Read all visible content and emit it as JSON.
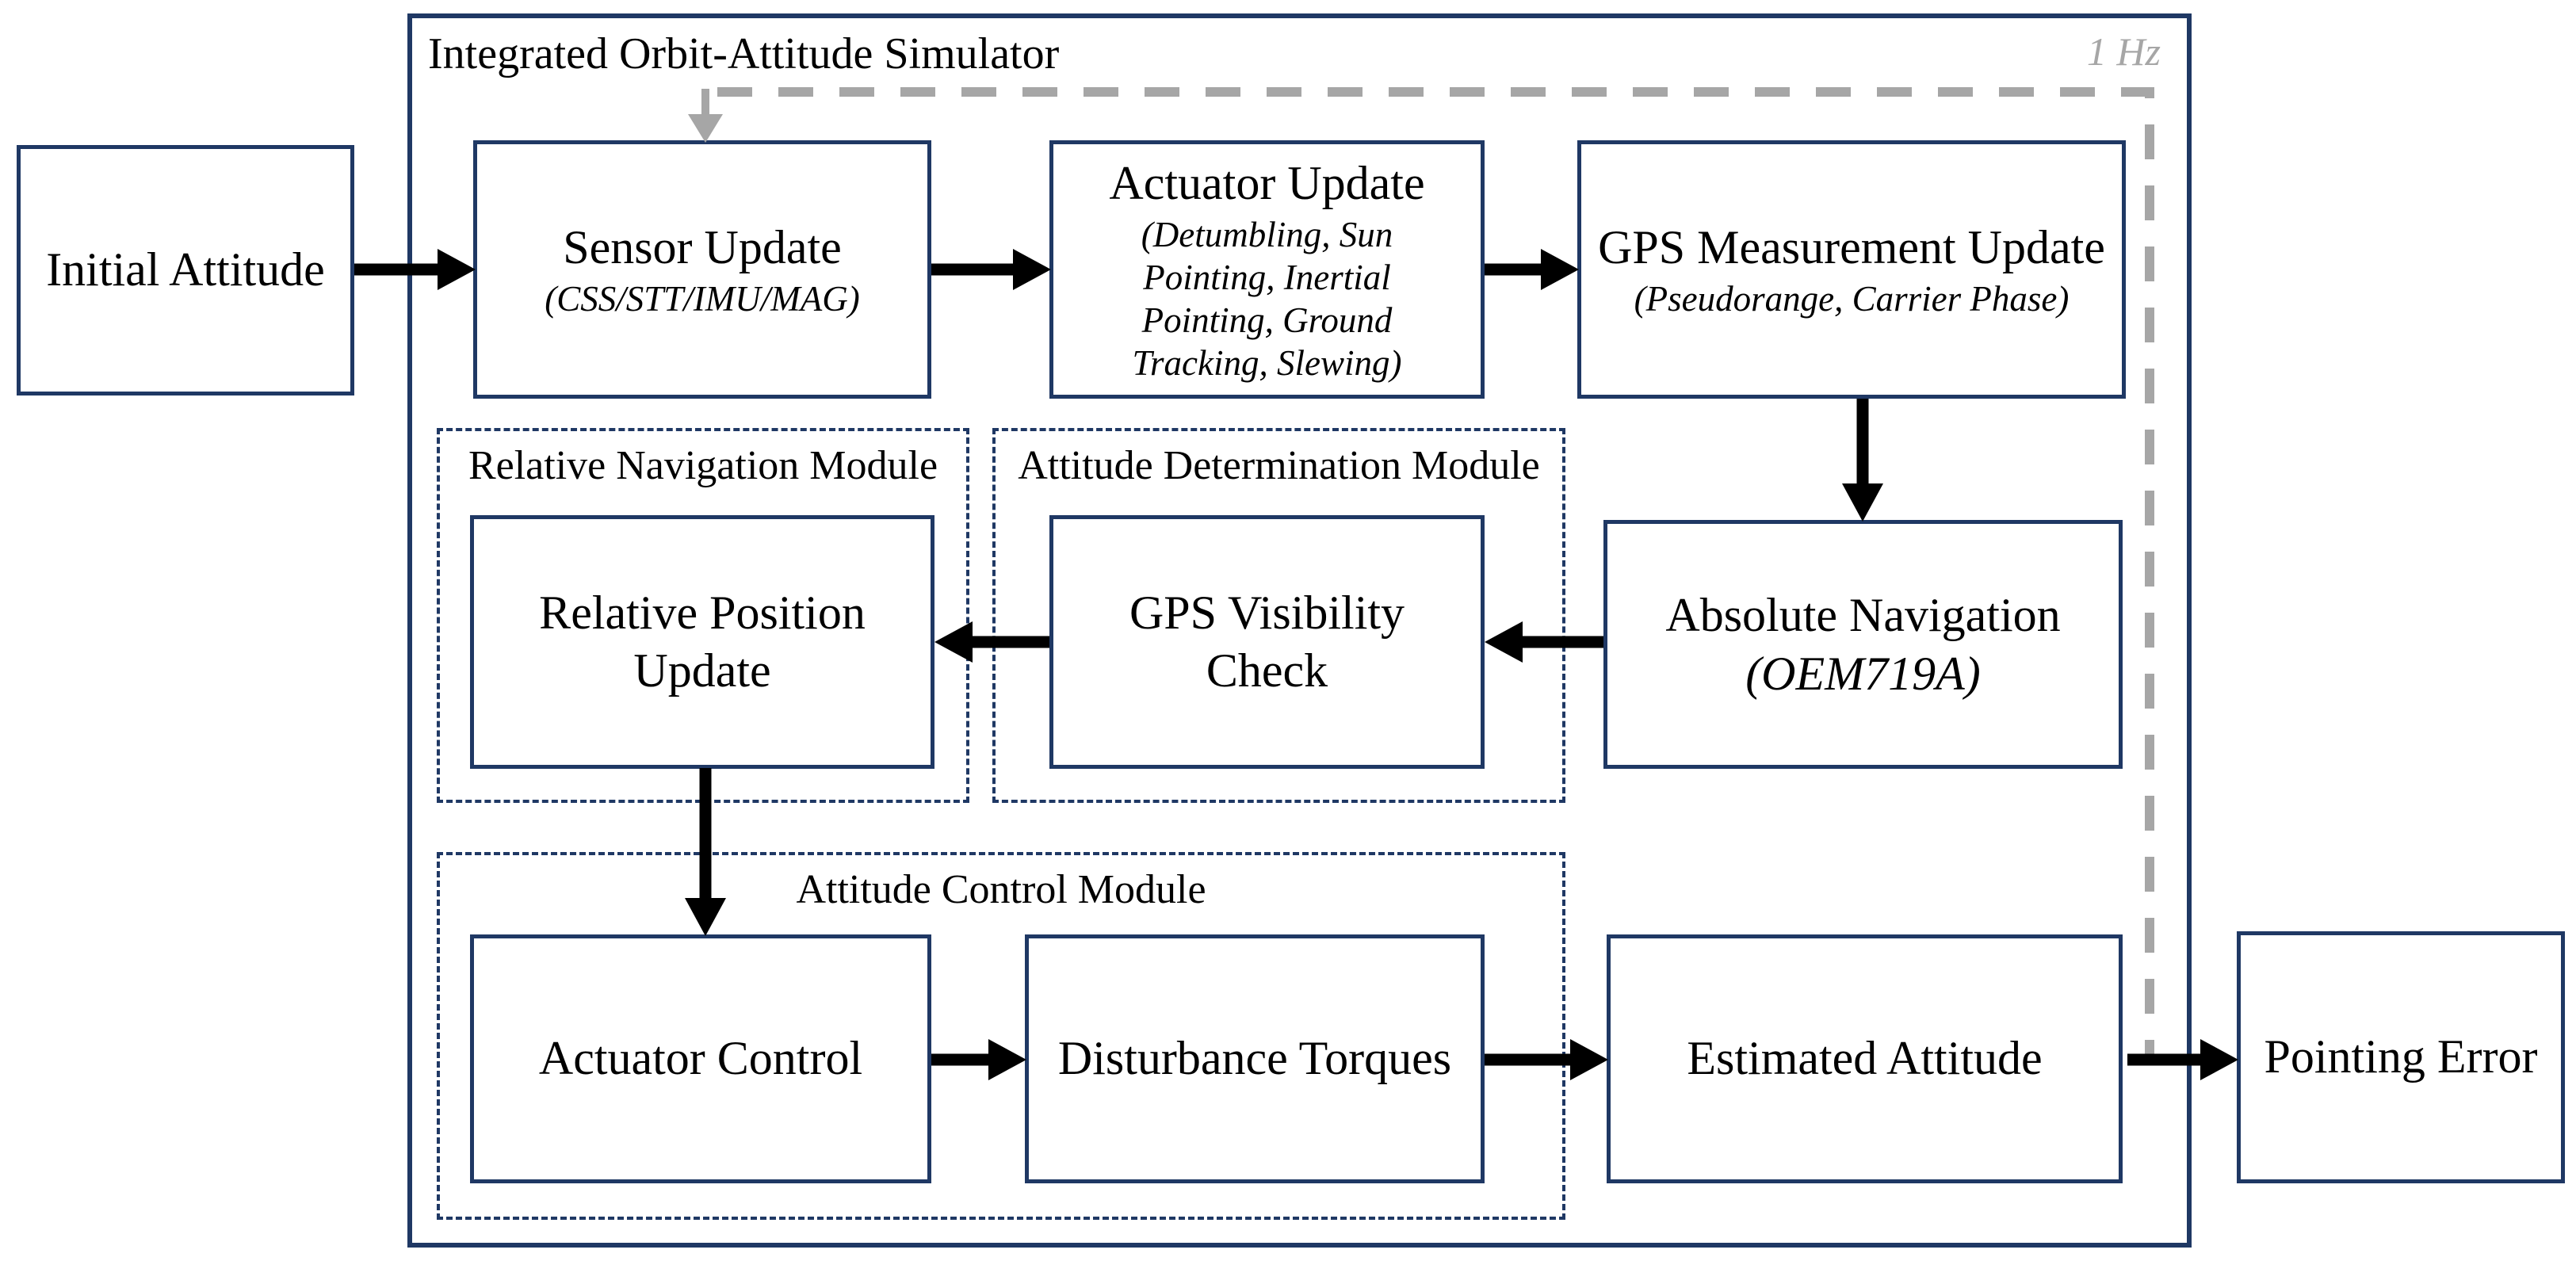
{
  "title": "Integrated Orbit-Attitude Simulator",
  "frequency_label": "1 Hz",
  "nodes": {
    "initial_attitude": {
      "label": "Initial Attitude"
    },
    "sensor_update": {
      "label": "Sensor Update",
      "sublabel": "(CSS/STT/IMU/MAG)"
    },
    "actuator_update": {
      "label": "Actuator Update",
      "sublabel": "(Detumbling, Sun Pointing, Inertial Pointing, Ground Tracking, Slewing)"
    },
    "gps_measurement_update": {
      "label": "GPS Measurement Update",
      "sublabel": "(Pseudorange, Carrier Phase)"
    },
    "relative_position_update": {
      "label": "Relative Position Update"
    },
    "gps_visibility_check": {
      "label": "GPS Visibility Check"
    },
    "absolute_navigation": {
      "label": "Absolute Navigation",
      "sublabel": "(OEM719A)"
    },
    "actuator_control": {
      "label": "Actuator Control"
    },
    "disturbance_torques": {
      "label": "Disturbance Torques"
    },
    "estimated_attitude": {
      "label": "Estimated Attitude"
    },
    "pointing_error": {
      "label": "Pointing Error"
    }
  },
  "modules": {
    "relative_navigation": {
      "label": "Relative Navigation Module"
    },
    "attitude_determination": {
      "label": "Attitude Determination Module"
    },
    "attitude_control": {
      "label": "Attitude Control Module"
    }
  },
  "colors": {
    "border_navy": "#1f3864",
    "arrow_black": "#000000",
    "feedback_gray": "#a6a6a6",
    "background": "#ffffff"
  }
}
